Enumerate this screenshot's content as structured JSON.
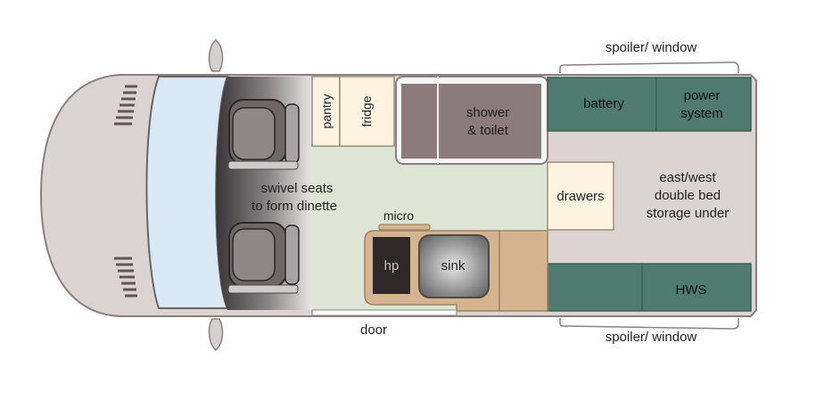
{
  "labels": {
    "spoiler_top": "spoiler/ window",
    "spoiler_bottom": "spoiler/ window",
    "door": "door",
    "swivel_line1": "swivel seats",
    "swivel_line2": "to form dinette",
    "pantry": "pantry",
    "fridge": "fridge",
    "shower_line1": "shower",
    "shower_line2": "& toilet",
    "battery": "battery",
    "power_line1": "power",
    "power_line2": "system",
    "drawers": "drawers",
    "bed_line1": "east/west",
    "bed_line2": "double bed",
    "bed_line3": "storage under",
    "micro": "micro",
    "hp": "hp",
    "sink": "sink",
    "hws": "HWS"
  },
  "colors": {
    "body": "#dcd3d3",
    "outline": "#8a8082",
    "windscreen": "#d9e9f6",
    "floor": "#dfe5d5",
    "cabinet": "#fdf3e0",
    "storage": "#4f7a6f",
    "shower": "#8b7b7d",
    "bench": "#d5b48f",
    "cooktop": "#2e2928",
    "label": "#222222"
  }
}
